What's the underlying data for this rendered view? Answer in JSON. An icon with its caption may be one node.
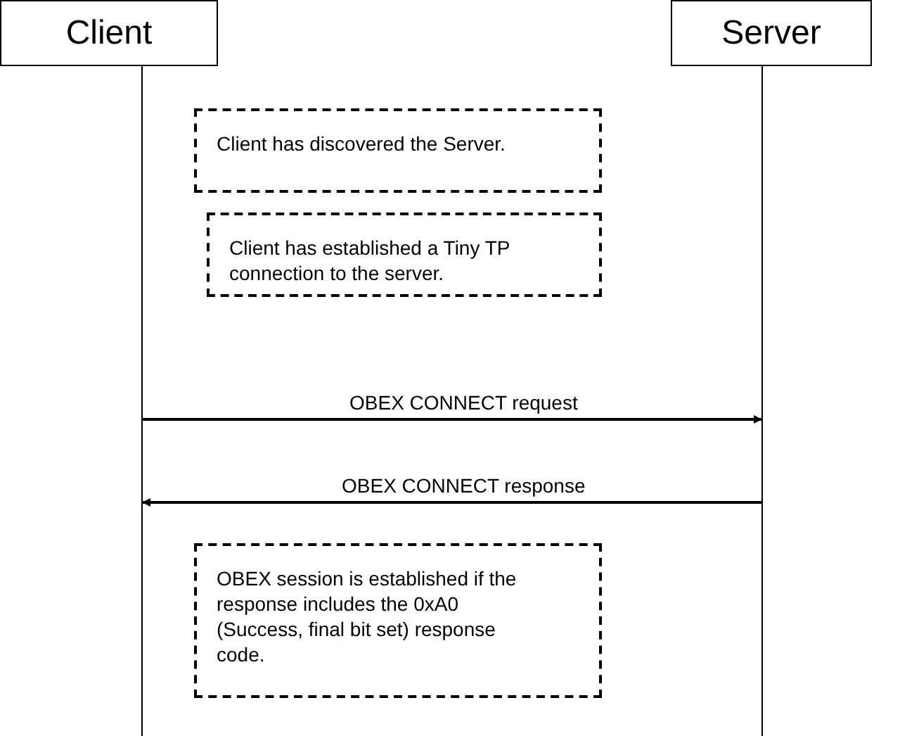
{
  "diagram": {
    "nodes": [
      {
        "text": [
          "Client"
        ]
      },
      {
        "text": [
          "Server"
        ]
      },
      {
        "text": [
          "Client has discovered the Server."
        ]
      },
      {
        "text": [
          "Client has established a Tiny TP connection to the server."
        ]
      },
      {
        "text": [
          "OBEX session is established if the response includes the 0xA0 (Success, final bit set) response code."
        ]
      }
    ],
    "edges": [
      {
        "from": 0,
        "to": 1,
        "arrow": "to",
        "label": "OBEX CONNECT request"
      },
      {
        "from": 1,
        "to": 0,
        "arrow": "to",
        "label": "OBEX CONNECT response"
      }
    ]
  }
}
